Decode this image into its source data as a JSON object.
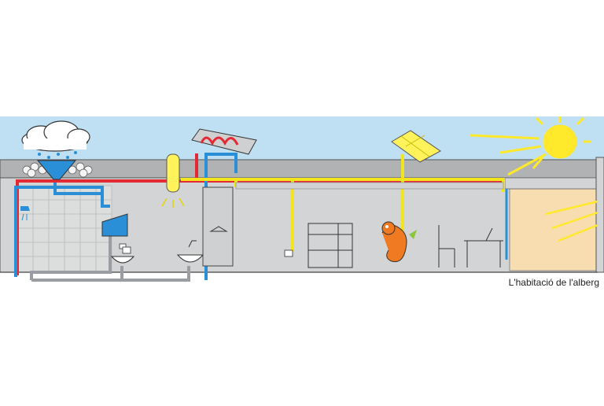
{
  "caption": "L'habitació de l'alberg",
  "colors": {
    "sky": "#bfe0f2",
    "wall": "#d3d4d5",
    "roof": "#aeb0b2",
    "hot_pipe": "#e32a34",
    "cold_pipe": "#2a8fd6",
    "grey_water": "#9a9ea3",
    "light_duct": "#fff25a",
    "sun": "#ffe92a",
    "sunlit_room": "#f7ddb0",
    "dragon": "#f07a22"
  },
  "icons": {
    "cloud": "rain-cloud",
    "sun": "sun",
    "solar_panel": "solar-panel",
    "thermal_collector": "solar-thermal-collector",
    "light_tube": "sun-tube",
    "mascot": "dragon"
  }
}
